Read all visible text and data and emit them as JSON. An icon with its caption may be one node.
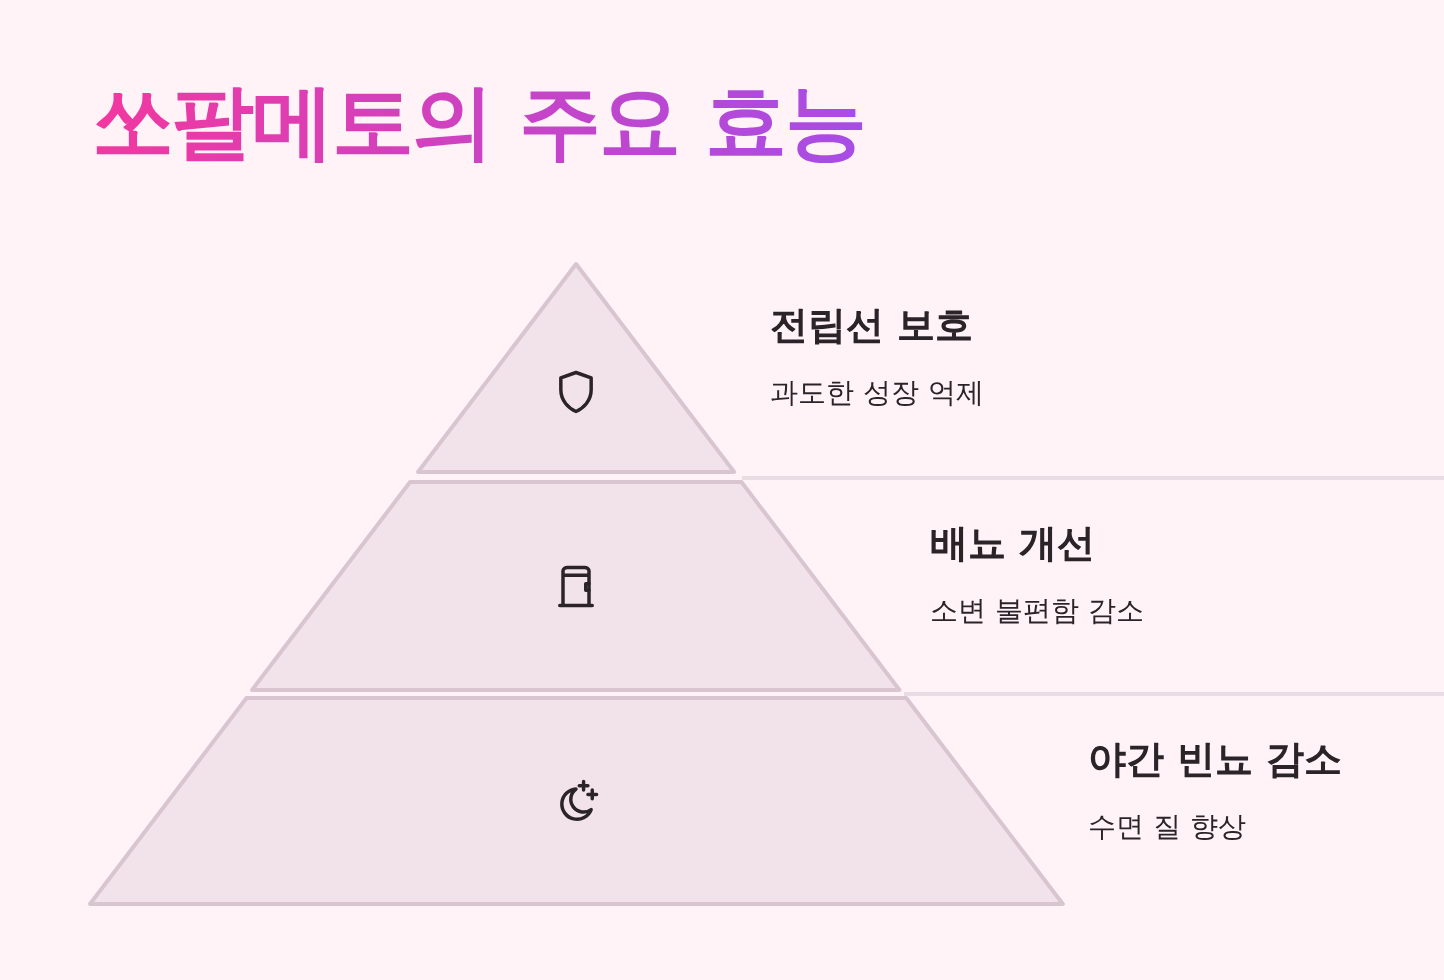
{
  "diagram": {
    "title": "쏘팔메토의 주요 효능",
    "nodes": [
      {
        "text": [
          "전립선 보호",
          "과도한 성장 억제"
        ]
      },
      {
        "text": [
          "배뇨 개선",
          "소변 불편함 감소"
        ]
      },
      {
        "text": [
          "야간 빈뇨 감소",
          "수면 질 향상"
        ]
      }
    ]
  }
}
